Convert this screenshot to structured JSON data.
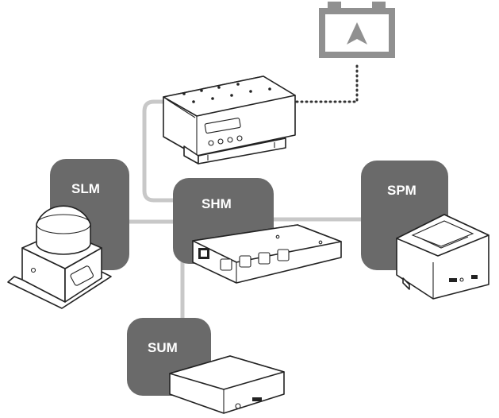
{
  "modules": {
    "slm": {
      "label": "SLM"
    },
    "shm": {
      "label": "SHM"
    },
    "spm": {
      "label": "SPM"
    },
    "sum": {
      "label": "SUM"
    }
  },
  "colors": {
    "module_box": "#6a6a6a",
    "connection_line": "#c8c8c8",
    "battery_outline": "#909090",
    "dotted_link": "#333333"
  },
  "icons": {
    "battery": "battery-icon",
    "charge_arrow": "arrow-up-icon"
  }
}
